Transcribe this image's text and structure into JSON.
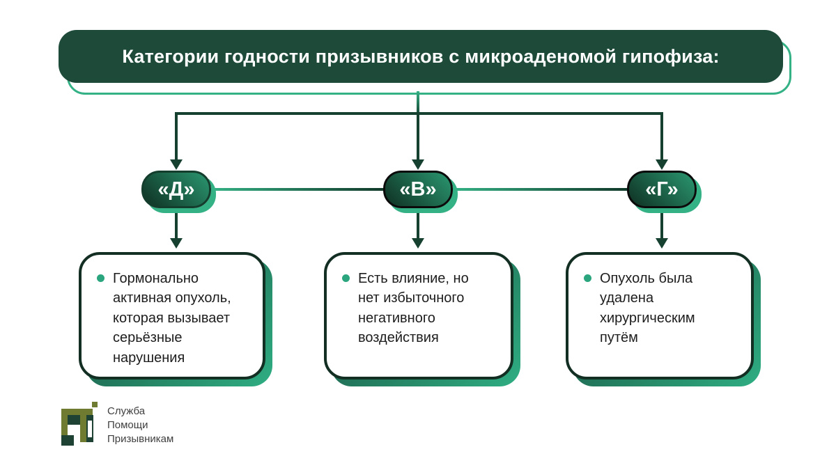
{
  "title": "Категории годности призывников с микроаденомой гипофиза:",
  "branches": [
    {
      "badge": "«Д»",
      "description": "Гормонально активная опухоль, которая вызывает серьёзные нарушения"
    },
    {
      "badge": "«В»",
      "description": "Есть влияние, но нет избыточного негативного воздействия"
    },
    {
      "badge": "«Г»",
      "description": "Опухоль была удалена хирургическим путём"
    }
  ],
  "logo": {
    "line1": "Служба",
    "line2": "Помощи",
    "line3": "Призывникам"
  },
  "colors": {
    "title_bg": "#1d4a39",
    "accent": "#35b186",
    "dark_line": "#16402f",
    "badge_gradient_dark": "#0f3022",
    "badge_gradient_light": "#2a9770",
    "bullet": "#2aa57e",
    "logo_olive": "#6e7b31",
    "logo_dark": "#1e4233"
  }
}
